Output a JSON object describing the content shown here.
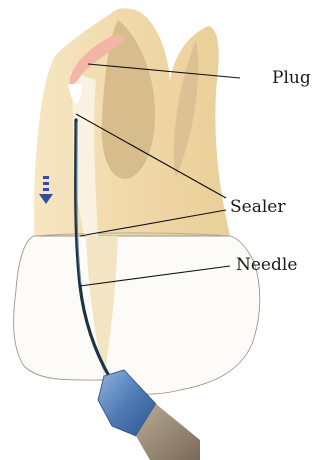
{
  "labels": {
    "plug": "Plug",
    "sealer": "Sealer",
    "needle": "Needle"
  },
  "colors": {
    "tooth_crown": "#f2ddb0",
    "tooth_crown_edge": "#a99b82",
    "pulp_chamber": "#d9bd8a",
    "root_canal": "#e7cfa1",
    "plug": "#f4b8a6",
    "needle": "#1a3344",
    "hub": "#5c86bb",
    "barrel": "#8e7f6c",
    "arrow": "#2e4fa8",
    "leader": "#111111"
  },
  "icons": {
    "direction": "down-arrow-icon"
  }
}
